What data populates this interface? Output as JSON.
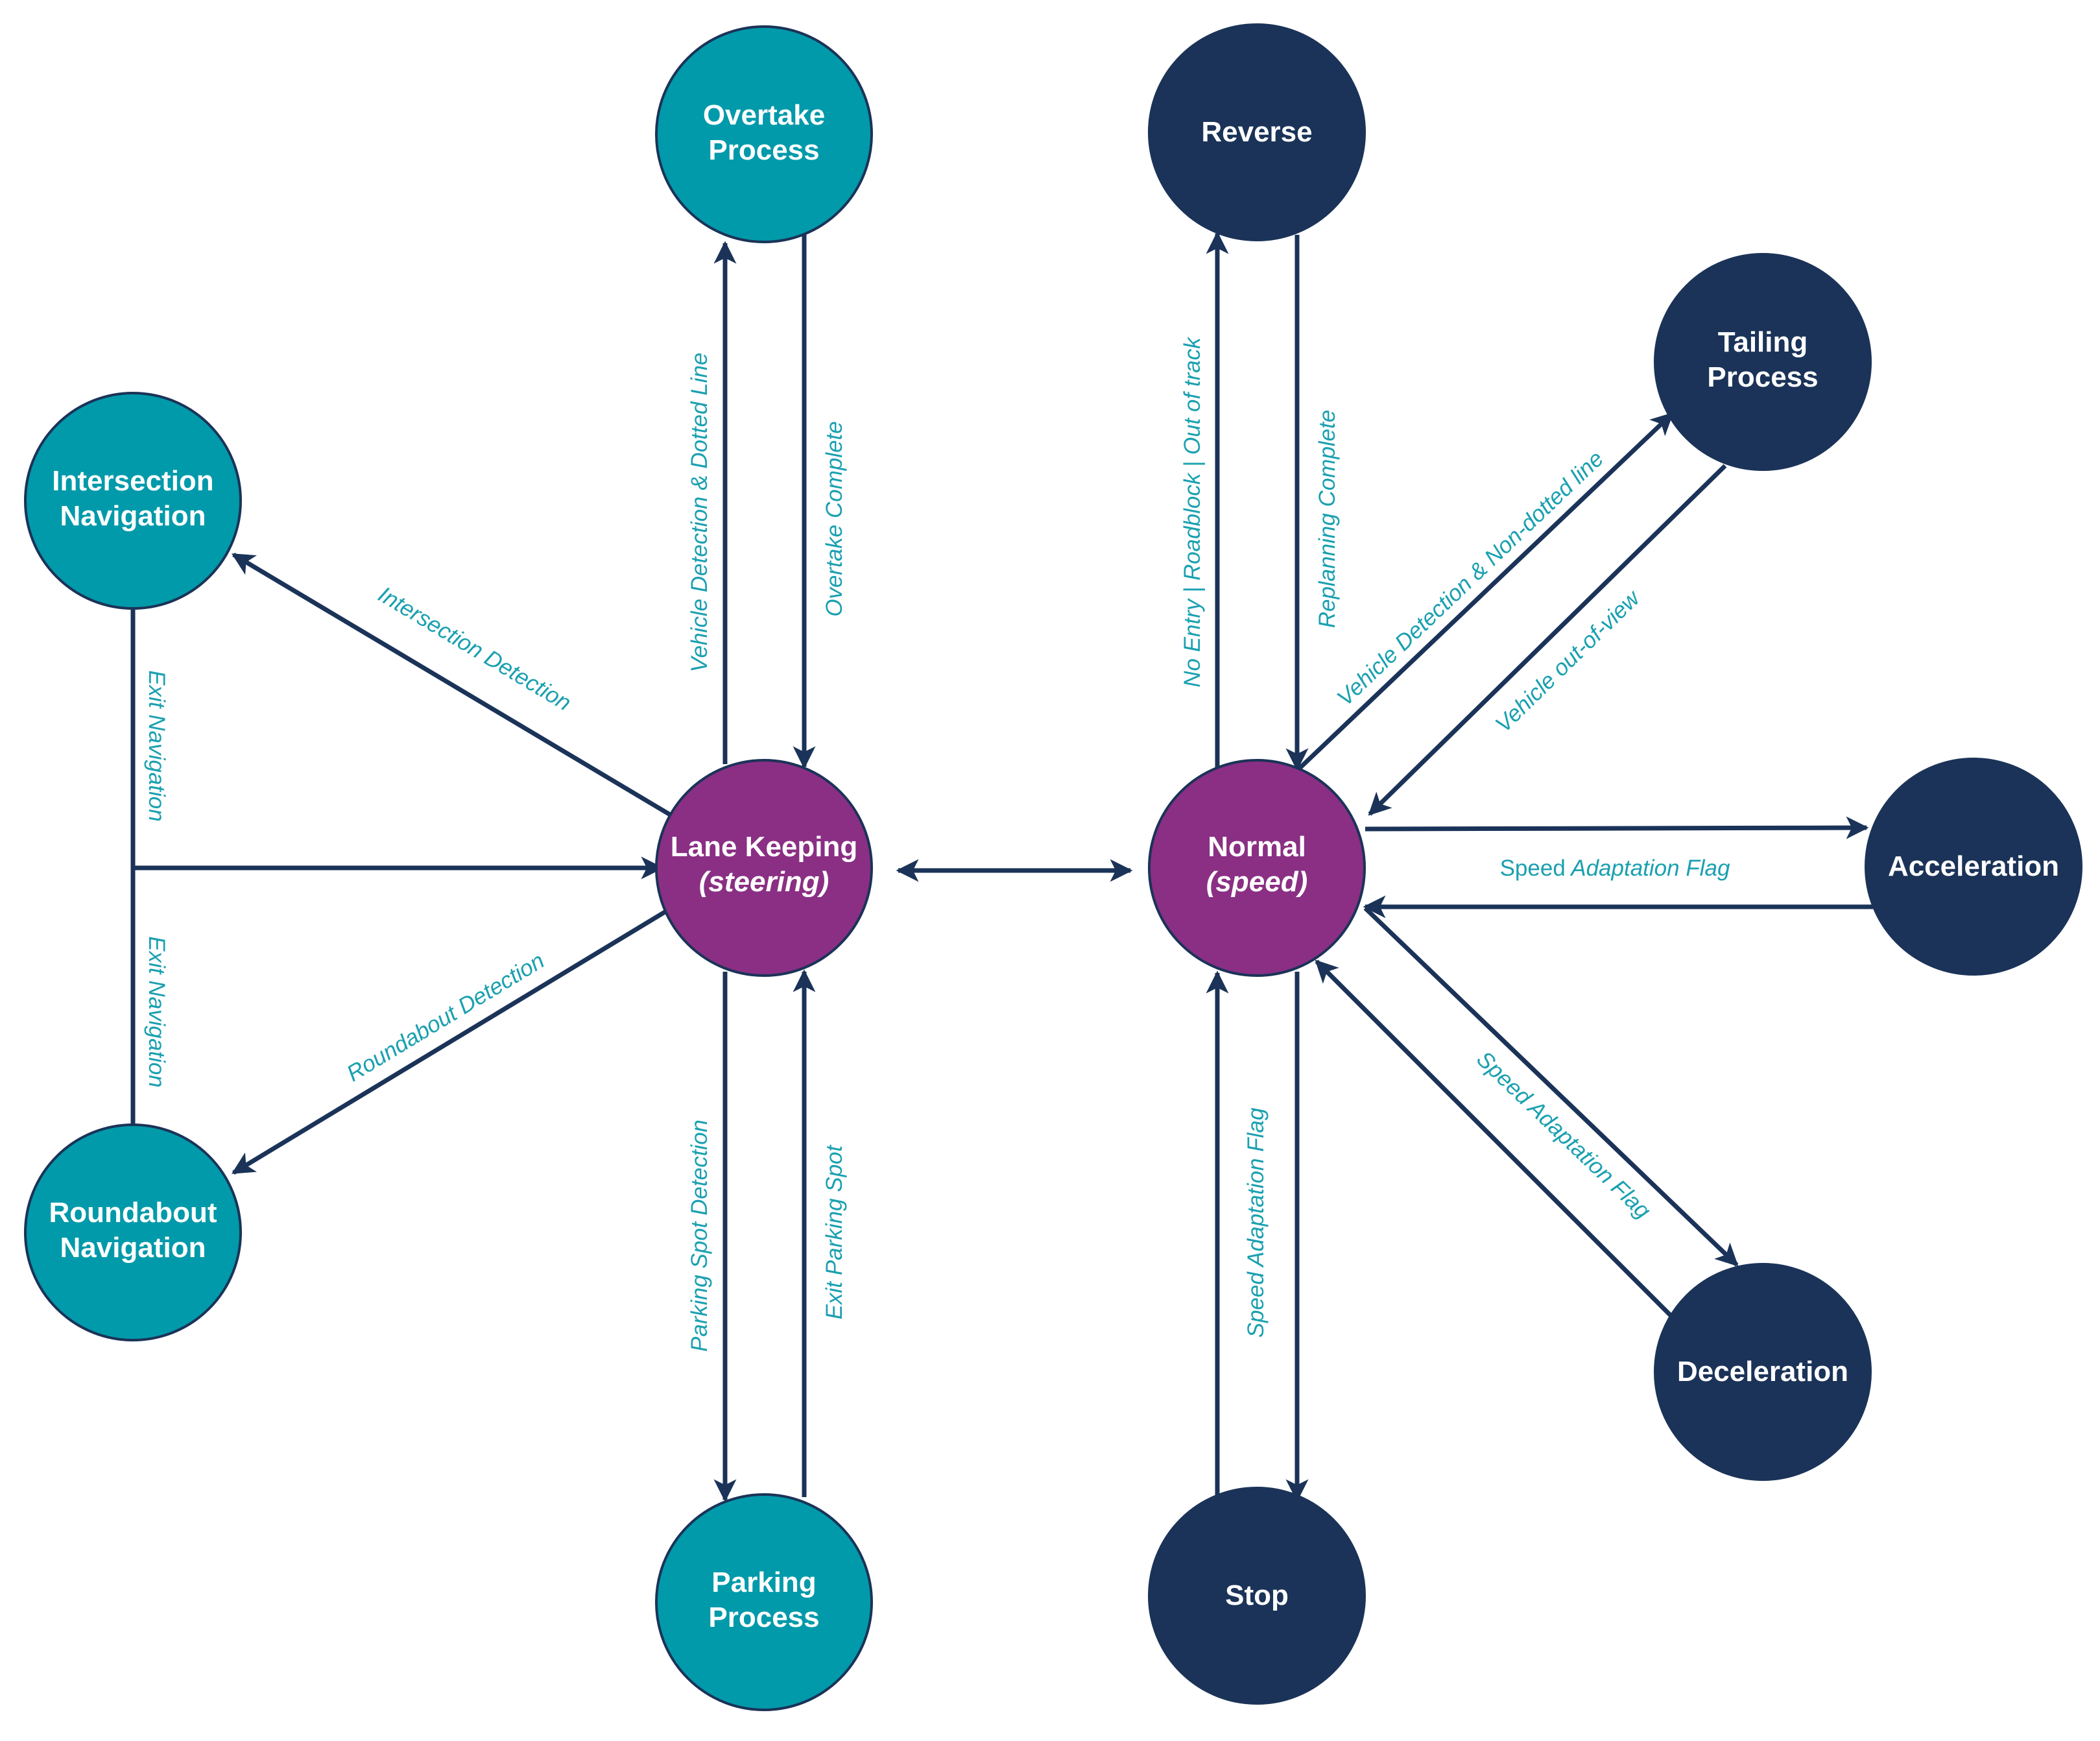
{
  "colors": {
    "teal": "#009aaa",
    "navy": "#1b3358",
    "purple": "#8a2f84",
    "edge": "#1b3358",
    "edge_label": "#1aa0b0",
    "node_text": "#ffffff"
  },
  "nodes": {
    "overtake": {
      "line1": "Overtake",
      "line2": "Process"
    },
    "intersection": {
      "line1": "Intersection",
      "line2": "Navigation"
    },
    "roundabout": {
      "line1": "Roundabout",
      "line2": "Navigation"
    },
    "lane_keeping": {
      "line1": "Lane Keeping",
      "line2": "(steering)"
    },
    "parking": {
      "line1": "Parking",
      "line2": "Process"
    },
    "reverse": {
      "line1": "Reverse"
    },
    "tailing": {
      "line1": "Tailing",
      "line2": "Process"
    },
    "normal": {
      "line1": "Normal",
      "line2": "(speed)"
    },
    "acceleration": {
      "line1": "Acceleration"
    },
    "deceleration": {
      "line1": "Deceleration"
    },
    "stop": {
      "line1": "Stop"
    }
  },
  "edges": {
    "vehicle_detection_dotted": "Vehicle Detection & Dotted Line",
    "overtake_complete": "Overtake Complete",
    "intersection_detection": "Intersection Detection",
    "roundabout_detection": "Roundabout Detection",
    "exit_navigation_top": "Exit Navigation",
    "exit_navigation_bottom": "Exit Navigation",
    "parking_spot_detection": "Parking Spot Detection",
    "exit_parking_spot": "Exit Parking Spot",
    "no_entry_roadblock": "No Entry | Roadblock | Out of track",
    "replanning_complete": "Replanning Complete",
    "vehicle_detection_nondotted": "Vehicle Detection & Non-dotted line",
    "vehicle_out_of_view": "Vehicle out-of-view",
    "speed_adaptation_accel_a": "Speed",
    "speed_adaptation_accel_b": "Adaptation Flag",
    "speed_adaptation_decel": "Speed Adaptation Flag",
    "speed_adaptation_stop": "Speed Adaptation Flag"
  }
}
